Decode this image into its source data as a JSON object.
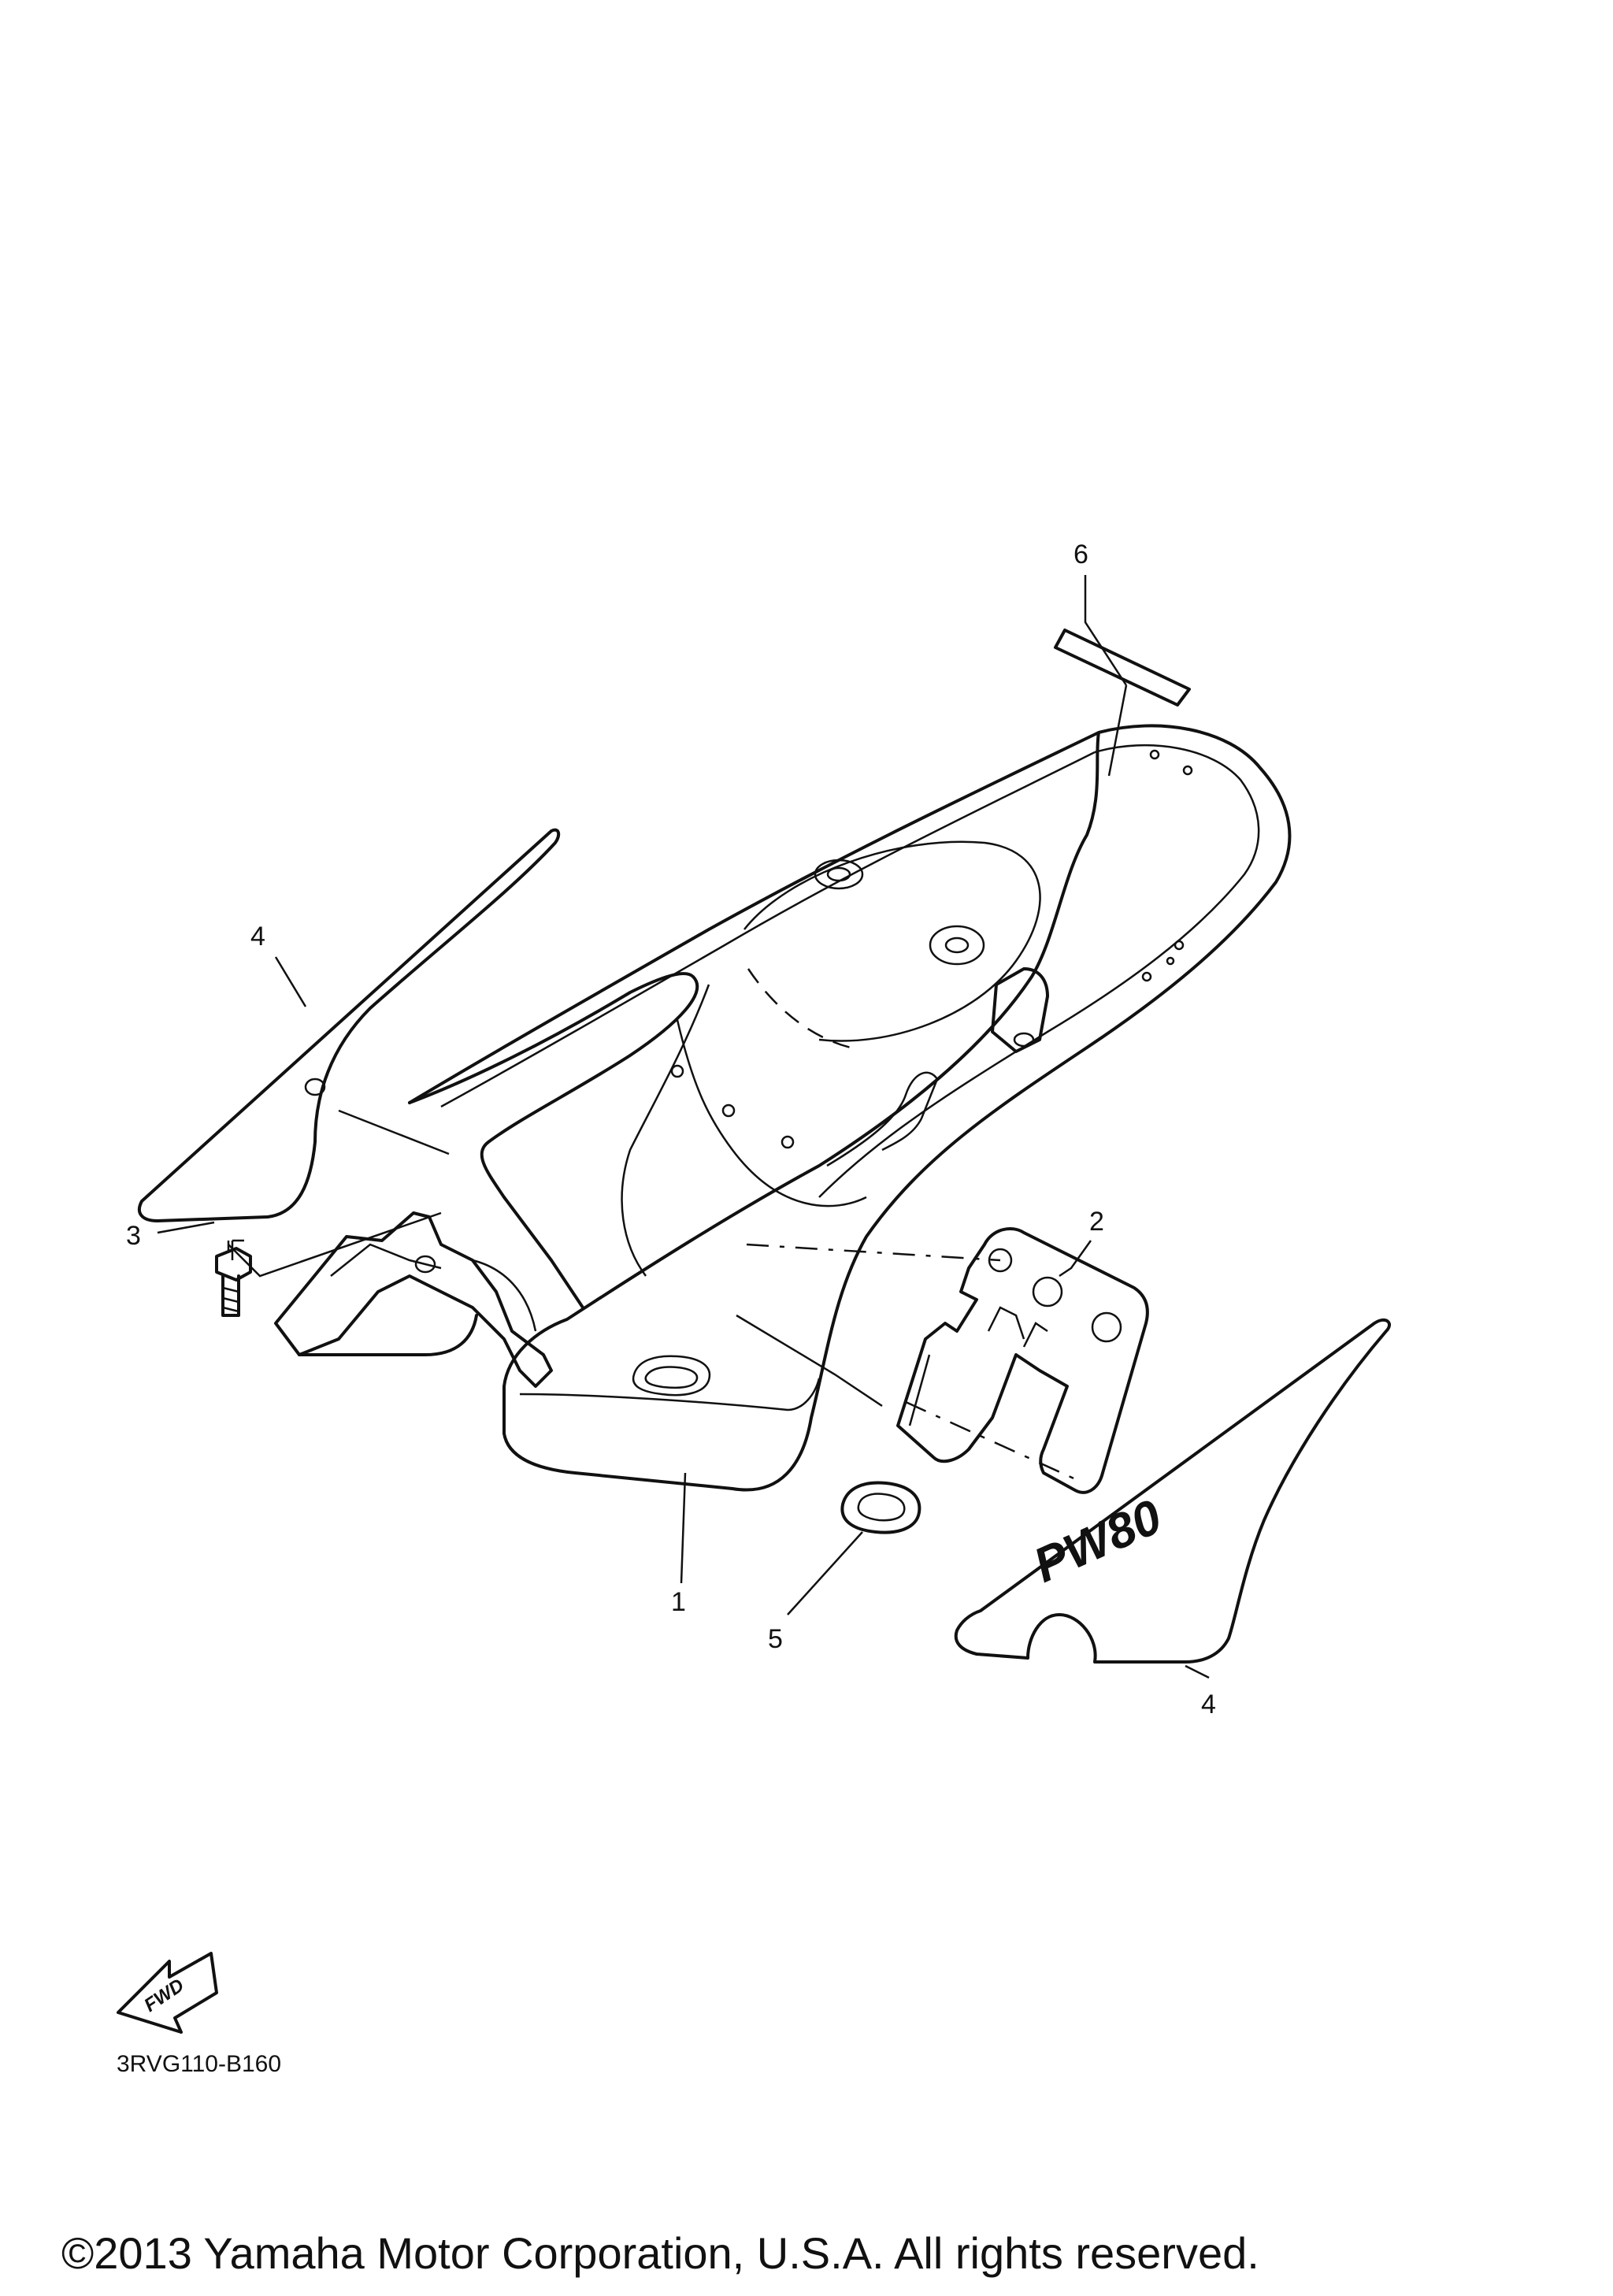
{
  "diagram": {
    "callouts": {
      "c1": "1",
      "c2": "2",
      "c3": "3",
      "c4a": "4",
      "c4b": "4",
      "c5": "5",
      "c6": "6"
    },
    "decal_text": "PW80",
    "fwd_label": "FWD",
    "drawing_code": "3RVG110-B160",
    "copyright": "©2013 Yamaha Motor Corporation, U.S.A. All rights reserved."
  }
}
